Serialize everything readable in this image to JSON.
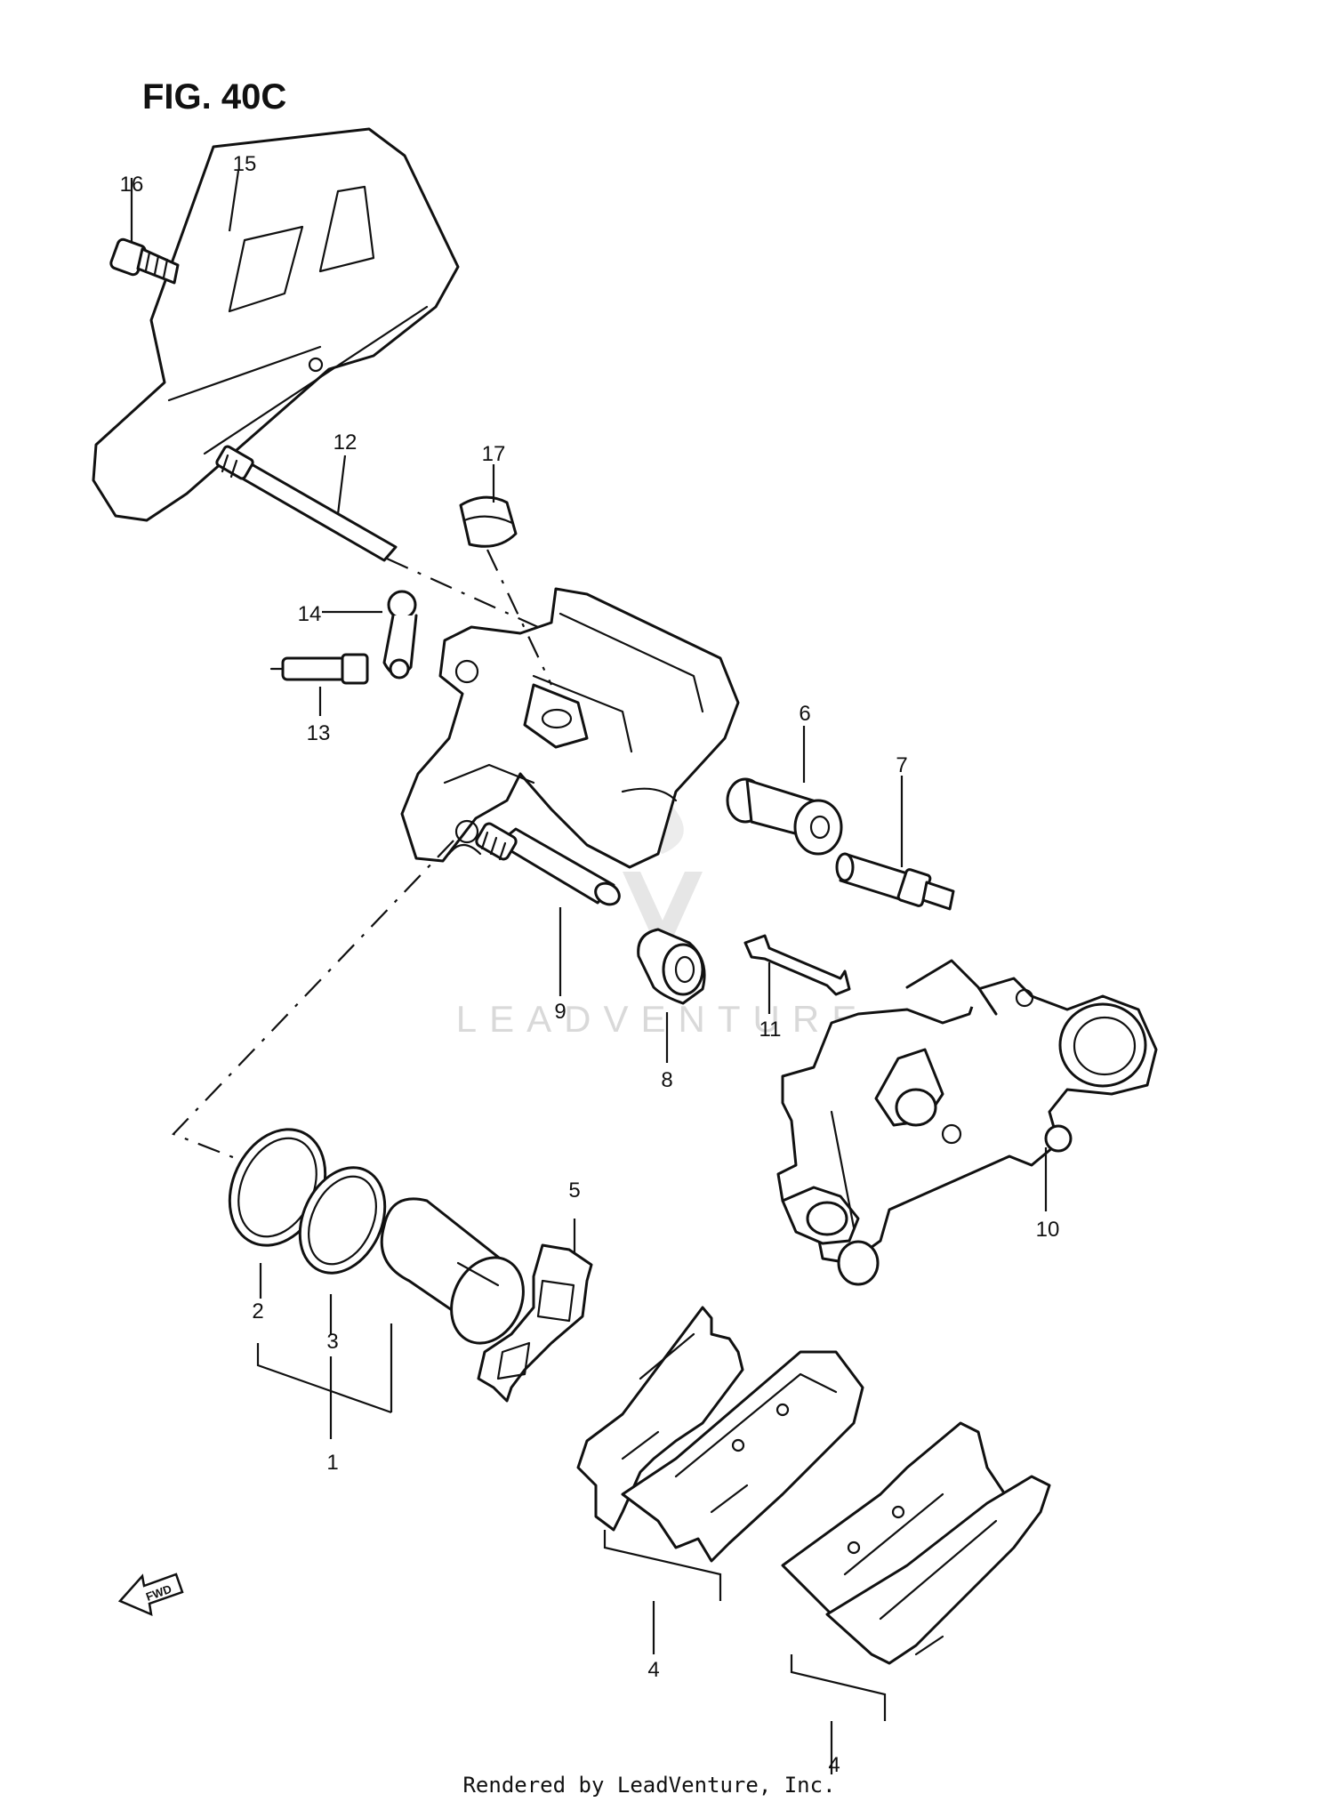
{
  "figure": {
    "title": "FIG. 40C"
  },
  "watermark": {
    "text": "LEADVENTURE"
  },
  "footer": {
    "text": "Rendered by LeadVenture, Inc."
  },
  "direction_badge": {
    "text": "FWD"
  },
  "callouts": {
    "c1": "1",
    "c2": "2",
    "c3": "3",
    "c4a": "4",
    "c4b": "4",
    "c5": "5",
    "c6": "6",
    "c7": "7",
    "c8": "8",
    "c9": "9",
    "c10": "10",
    "c11": "11",
    "c12": "12",
    "c13": "13",
    "c14": "14",
    "c15": "15",
    "c16": "16",
    "c17": "17"
  }
}
